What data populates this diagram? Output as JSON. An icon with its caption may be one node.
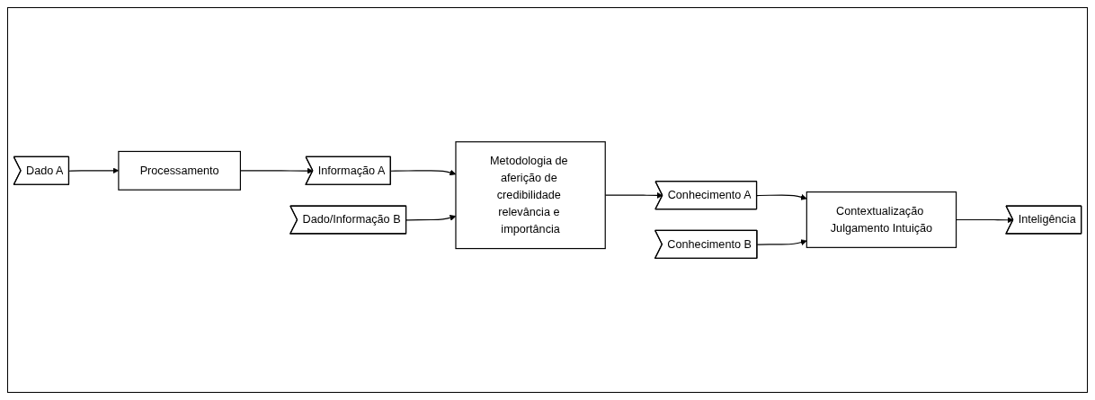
{
  "diagram": {
    "nodes": [
      {
        "text": [
          "Dado A"
        ]
      },
      {
        "text": [
          "Processamento"
        ]
      },
      {
        "text": [
          "Informação A"
        ]
      },
      {
        "text": [
          "Dado/Informação B"
        ]
      },
      {
        "text": [
          "Metodologia de aferição de credibilidade relevância e importância"
        ]
      },
      {
        "text": [
          "Conhecimento A"
        ]
      },
      {
        "text": [
          "Conhecimento B"
        ]
      },
      {
        "text": [
          "Contextualização Julgamento Intuição"
        ]
      },
      {
        "text": [
          "Inteligência"
        ]
      }
    ],
    "edges": [
      {
        "from": 0,
        "to": 1,
        "arrow": "to"
      },
      {
        "from": 1,
        "to": 2,
        "arrow": "to"
      },
      {
        "from": 2,
        "to": 4,
        "arrow": "to"
      },
      {
        "from": 3,
        "to": 4,
        "arrow": "to"
      },
      {
        "from": 4,
        "to": 5,
        "arrow": "to"
      },
      {
        "from": 5,
        "to": 7,
        "arrow": "to"
      },
      {
        "from": 6,
        "to": 7,
        "arrow": "to"
      },
      {
        "from": 7,
        "to": 8,
        "arrow": "to"
      }
    ]
  }
}
